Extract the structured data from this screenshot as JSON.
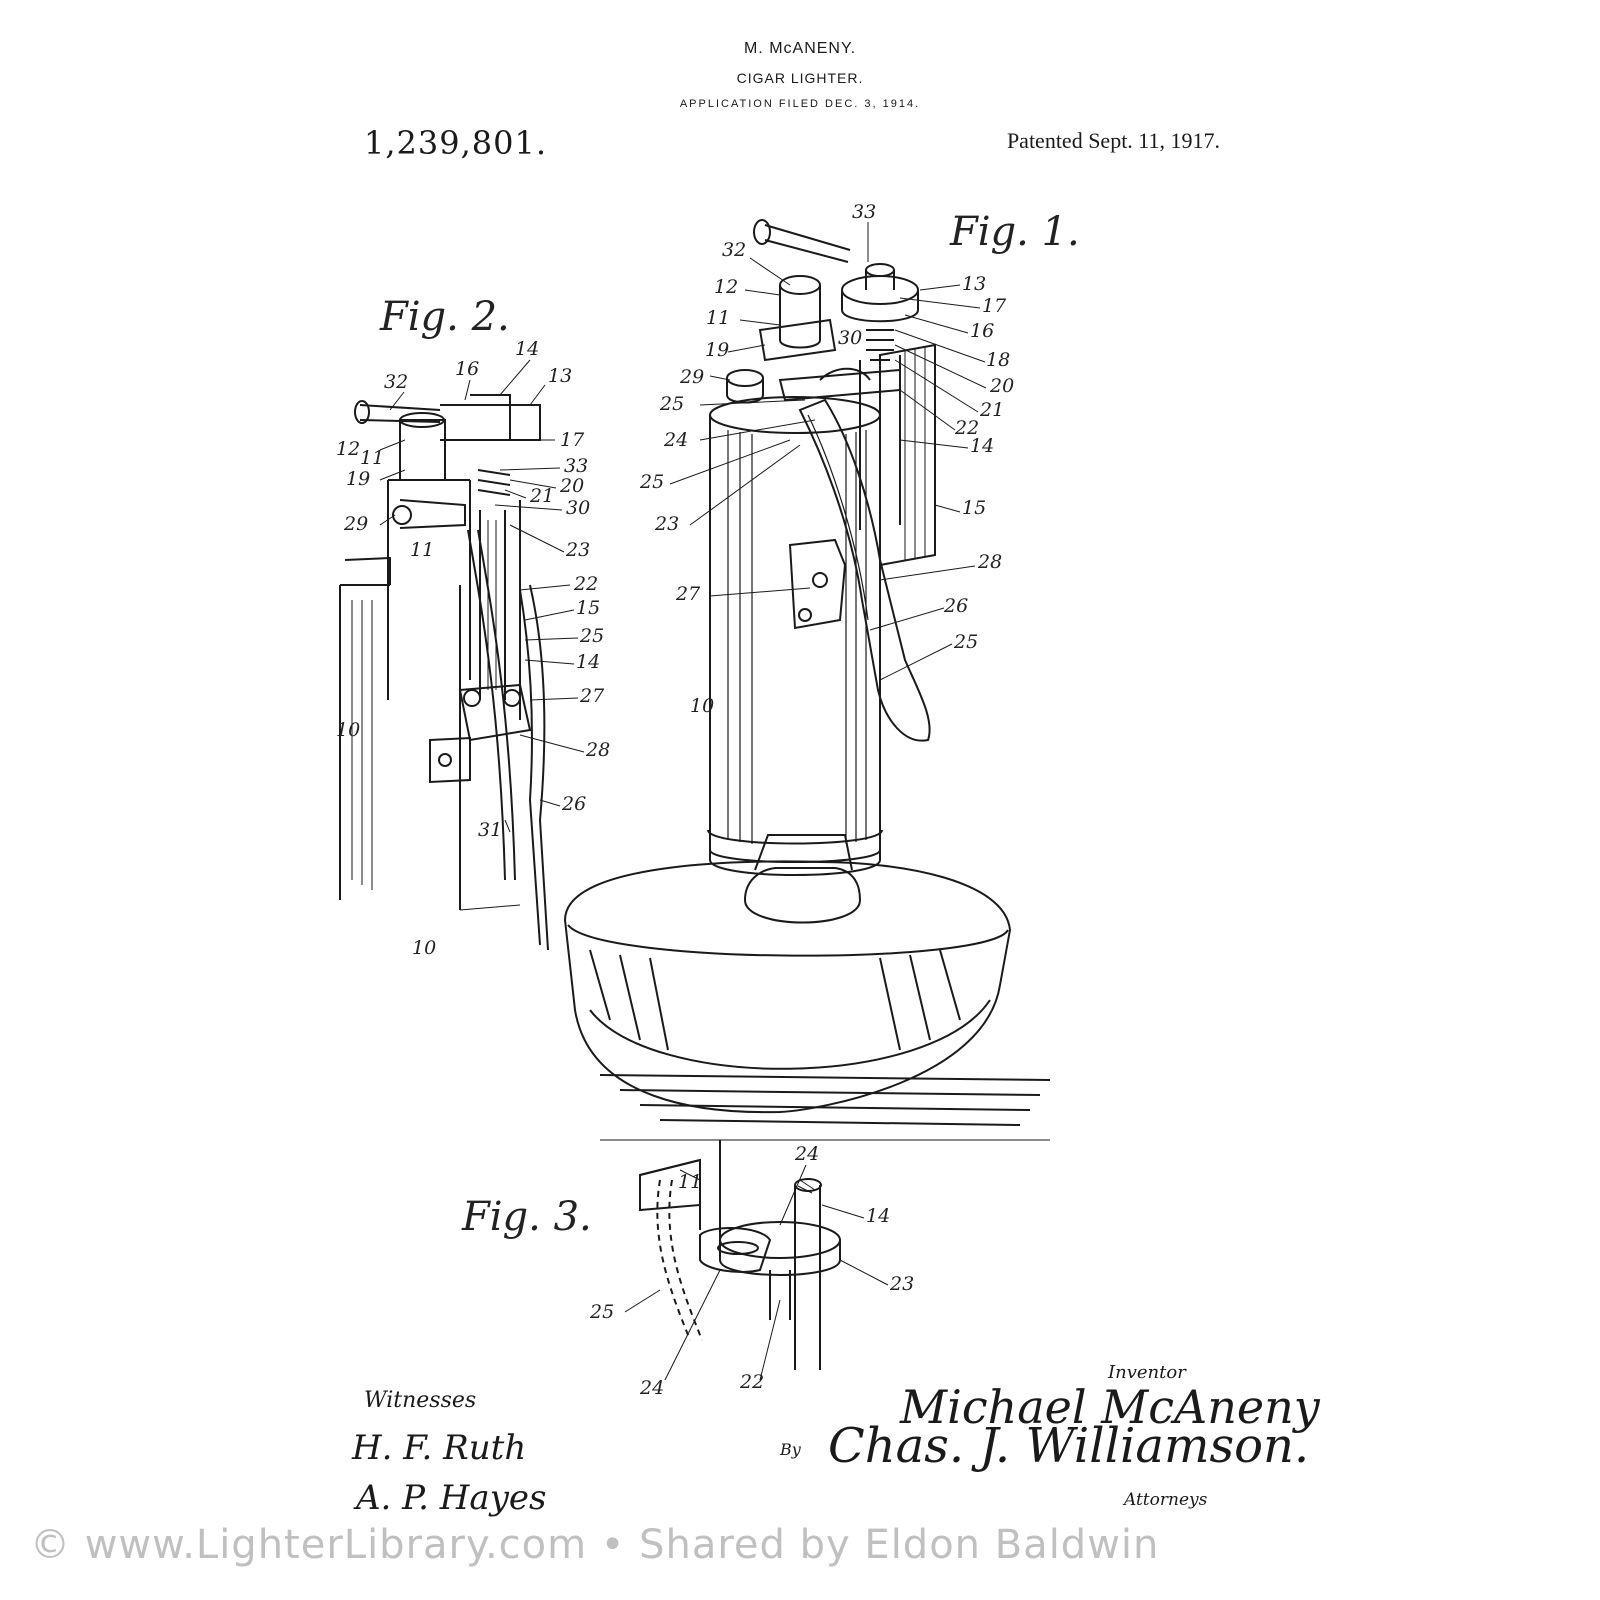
{
  "header": {
    "inventor": "M. McANENY.",
    "title": "CIGAR LIGHTER.",
    "filed": "APPLICATION FILED DEC. 3, 1914.",
    "patent_number": "1,239,801.",
    "patented": "Patented Sept. 11, 1917."
  },
  "figures": {
    "fig1": {
      "label": "Fig. 1.",
      "refs": [
        "33",
        "32",
        "13",
        "12",
        "17",
        "11",
        "16",
        "30",
        "18",
        "19",
        "20",
        "29",
        "21",
        "25",
        "22",
        "24",
        "14",
        "25",
        "15",
        "23",
        "28",
        "27",
        "26",
        "25",
        "10"
      ]
    },
    "fig2": {
      "label": "Fig. 2.",
      "refs": [
        "14",
        "16",
        "13",
        "32",
        "12",
        "11",
        "17",
        "33",
        "19",
        "20",
        "21",
        "30",
        "29",
        "11",
        "23",
        "22",
        "15",
        "25",
        "14",
        "27",
        "10",
        "28",
        "26",
        "31",
        "10"
      ]
    },
    "fig3": {
      "label": "Fig. 3.",
      "refs": [
        "11",
        "24",
        "14",
        "23",
        "25",
        "24",
        "22"
      ]
    }
  },
  "signatures": {
    "witnesses_label": "Witnesses",
    "witness_1": "H. F. Ruth",
    "witness_2": "A. P. Hayes",
    "inventor_label": "Inventor",
    "inventor": "Michael McAneny",
    "by_label": "By",
    "attorney": "Chas. J. Williamson.",
    "attorneys_label": "Attorneys"
  },
  "watermark": "© www.LighterLibrary.com • Shared by Eldon Baldwin",
  "colors": {
    "ink": "#1a1a1a",
    "paper": "#ffffff",
    "watermark": "#b9b9b9"
  }
}
